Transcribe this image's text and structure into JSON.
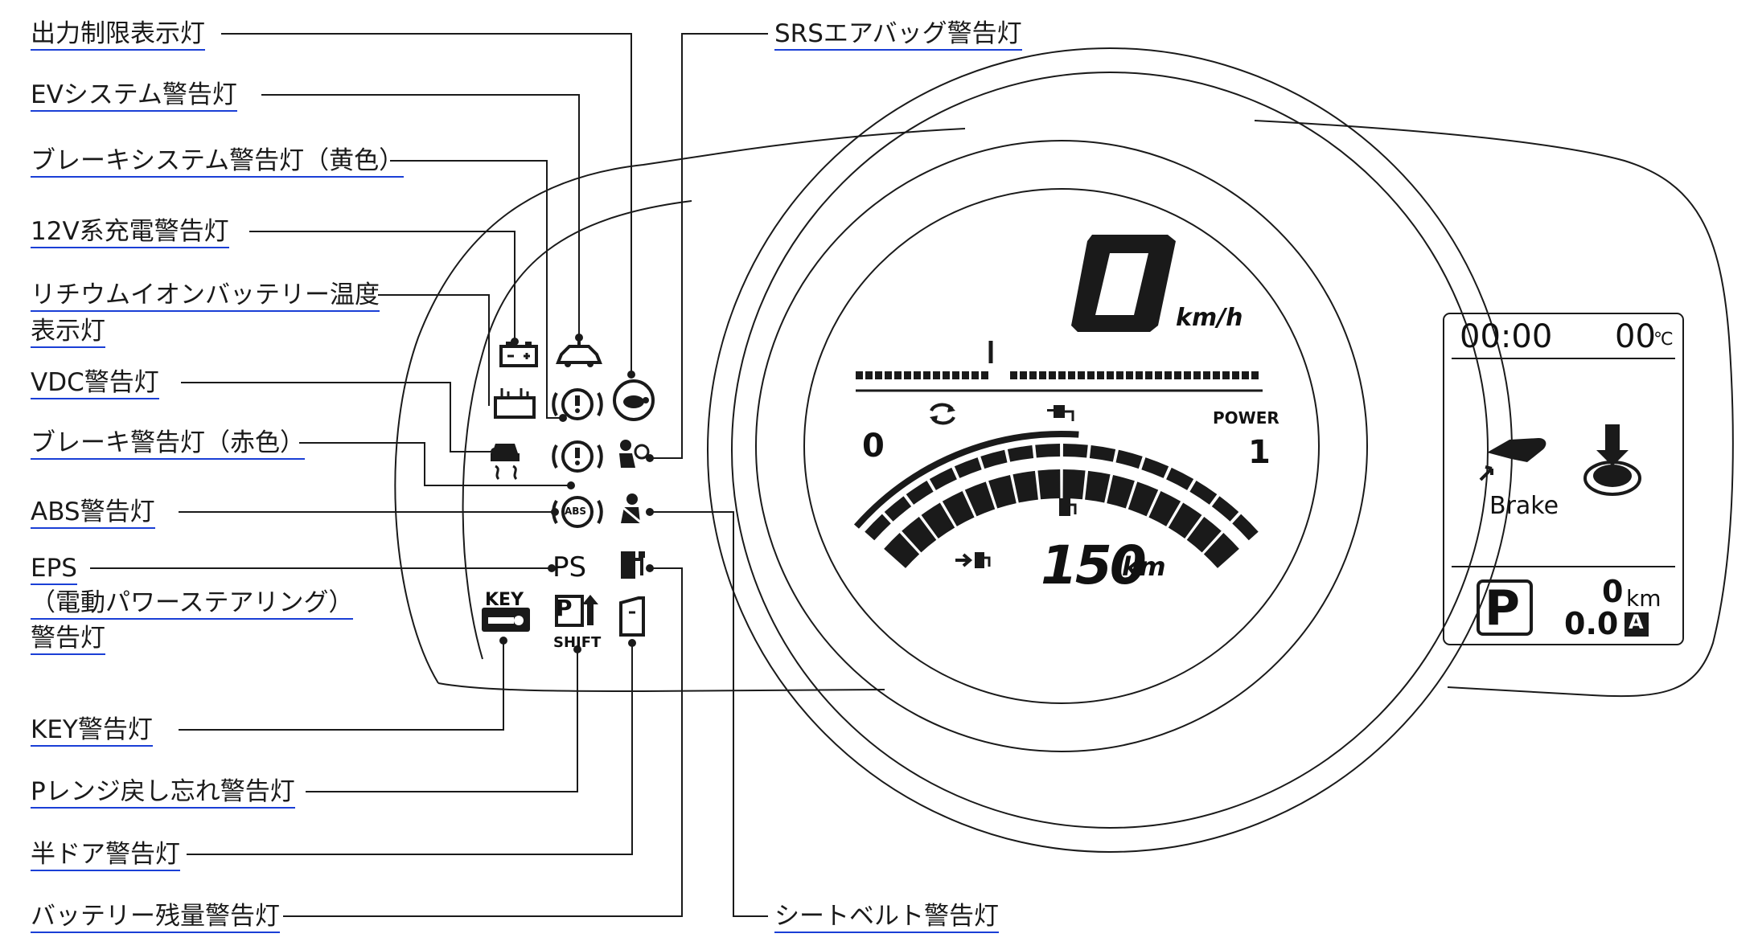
{
  "labels": {
    "output_limit": "出力制限表示灯",
    "ev_system": "EVシステム警告灯",
    "brake_system_yellow": "ブレーキシステム警告灯（黄色）",
    "charge_12v": "12V系充電警告灯",
    "li_ion_temp_line1": "リチウムイオンバッテリー温度",
    "li_ion_temp_line2": "表示灯",
    "vdc": "VDC警告灯",
    "brake_red": "ブレーキ警告灯（赤色）",
    "abs": "ABS警告灯",
    "eps_line1": "EPS",
    "eps_line2": "（電動パワーステアリング）",
    "eps_line3": "警告灯",
    "key": "KEY警告灯",
    "p_range": "Pレンジ戻し忘れ警告灯",
    "half_door": "半ドア警告灯",
    "battery_level": "バッテリー残量警告灯",
    "srs": "SRSエアバッグ警告灯",
    "seatbelt": "シートベルト警告灯"
  },
  "meter": {
    "speed": "0",
    "speed_unit": "km/h",
    "power_label": "POWER",
    "gauge_min": "0",
    "gauge_max": "1",
    "range_value": "150",
    "range_unit": "km"
  },
  "info_display": {
    "clock": "00:00",
    "temperature": "00",
    "temperature_unit": "℃",
    "brake_label": "Brake",
    "shift_position": "P",
    "odometer": "0",
    "odometer_unit": "km",
    "trip": "0.0",
    "trip_id": "A"
  },
  "icons": {
    "ps_text": "PS",
    "key_text": "KEY",
    "shift_text": "SHIFT",
    "p_text": "P",
    "abs_text": "ABS"
  },
  "colors": {
    "line": "#1a1a1a",
    "underline": "#1a3fd6"
  }
}
